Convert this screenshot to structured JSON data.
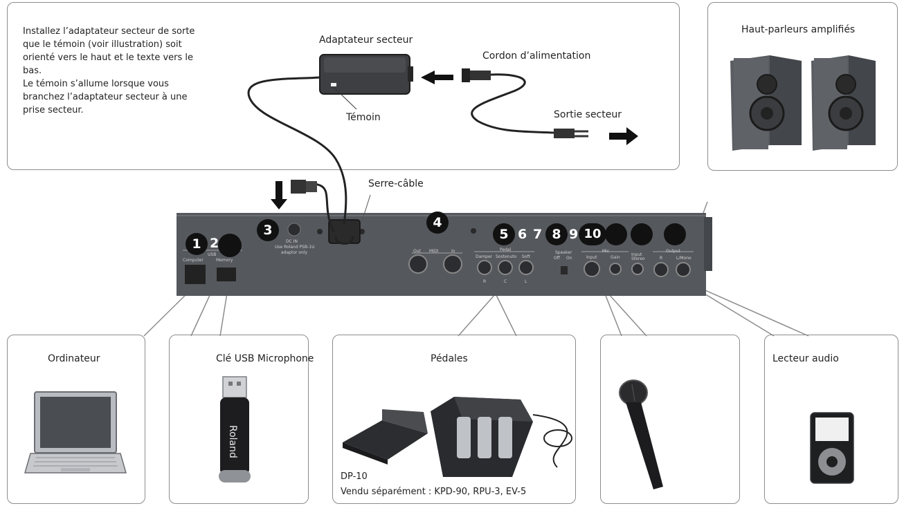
{
  "instructions": [
    "Installez l’adaptateur secteur de sorte",
    "que le témoin (voir illustration) soit",
    "orienté vers le haut et le texte vers le",
    "bas.",
    "Le témoin s’allume lorsque vous",
    "branchez l’adaptateur secteur à une",
    "prise secteur."
  ],
  "labels": {
    "adapter": "Adaptateur secteur",
    "power_cord": "Cordon d’alimentation",
    "indicator": "Témoin",
    "ac_outlet": "Sortie secteur",
    "cable_hook": "Serre-câble",
    "speakers": "Haut-parleurs amplifiés",
    "computer": "Ordinateur",
    "usb": "Clé USB Microphone",
    "pedals": "Pédales",
    "pedal_model": "DP-10",
    "pedal_sold": "Vendu séparément : KPD-90, RPU-3, EV-5",
    "audio_player": "Lecteur audio"
  },
  "numbers": {
    "n1": "1",
    "n2": "2",
    "n3": "3",
    "n4": "4",
    "n5": "5",
    "n6": "6",
    "n7": "7",
    "n8": "8",
    "n9": "9",
    "n10": "10"
  },
  "panel_text": {
    "usb": "USB",
    "computer": "Computer",
    "memory": "Memory",
    "dcin": "DC IN",
    "dcin_sub": "Use Roland PSB-1U",
    "dcin_sub2": "adaptor only",
    "midi": "MIDI",
    "out": "Out",
    "in": "In",
    "pedal": "Pedal",
    "damper": "Damper",
    "sostenuto": "Sostenuto",
    "soft": "Soft",
    "speaker": "Speaker",
    "off": "Off",
    "on": "On",
    "mic": "Mic",
    "input": "Input",
    "gain": "Gain",
    "stereo": "Input Stereo",
    "output": "Output",
    "r": "R",
    "lmono": "L/Mono",
    "pr": "R",
    "pc": "C",
    "pl": "L",
    "brand": "Roland"
  },
  "colors": {
    "panel": "#55585d",
    "box_border": "#8c8c8c",
    "badge": "#111111"
  }
}
